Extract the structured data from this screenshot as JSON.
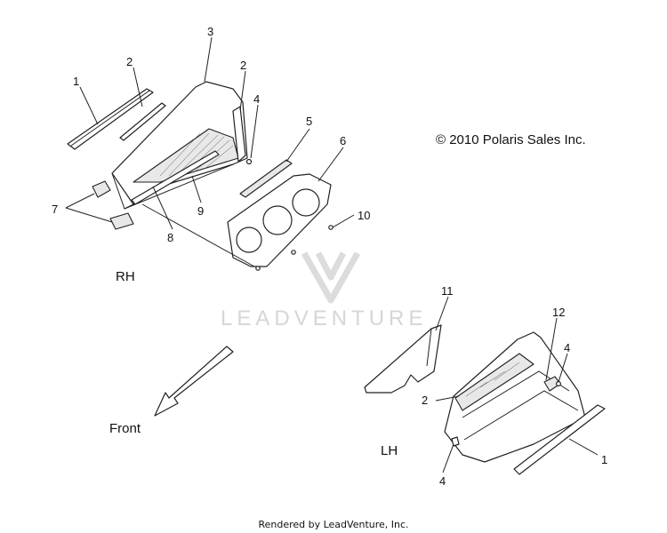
{
  "copyright": "© 2010 Polaris Sales Inc.",
  "watermark": "LEADVENTURE",
  "footer": "Rendered by LeadVenture, Inc.",
  "views": {
    "rh": "RH",
    "lh": "LH"
  },
  "front_label": "Front",
  "callouts": {
    "rh": [
      "1",
      "2",
      "3",
      "2",
      "4",
      "5",
      "6",
      "7",
      "8",
      "9",
      "10"
    ],
    "lh": [
      "11",
      "12",
      "4",
      "2",
      "1",
      "4"
    ]
  }
}
